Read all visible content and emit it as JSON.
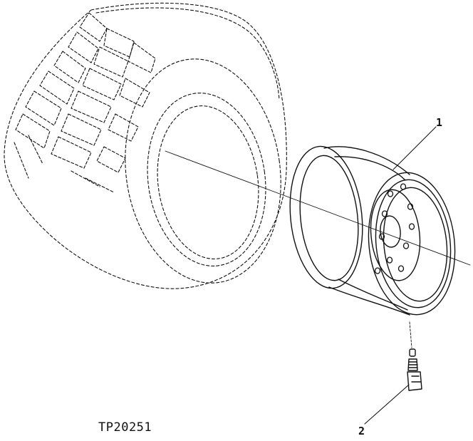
{
  "figure": {
    "id_label": "TP20251",
    "colors": {
      "line": "#111111",
      "background": "#ffffff"
    }
  },
  "callouts": [
    {
      "number": "1"
    },
    {
      "number": "2"
    }
  ]
}
